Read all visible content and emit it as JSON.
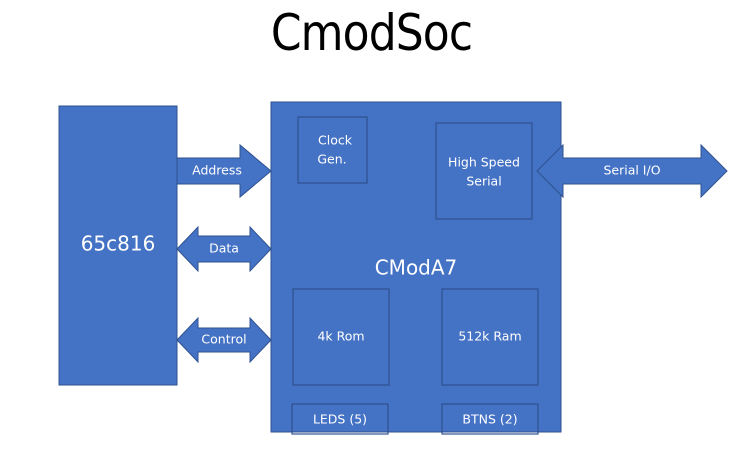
{
  "title": "CmodSoc",
  "colors": {
    "block_fill": "#4472C4",
    "block_stroke": "#2F528F",
    "text": "#FFFFFF"
  },
  "blocks": {
    "cpu": {
      "label": "65c816"
    },
    "fpga": {
      "label": "CModA7"
    },
    "clock": {
      "line1": "Clock",
      "line2": "Gen."
    },
    "serial": {
      "line1": "High Speed",
      "line2": "Serial"
    },
    "rom": {
      "label": "4k Rom"
    },
    "ram": {
      "label": "512k Ram"
    },
    "leds": {
      "label": "LEDS (5)"
    },
    "btns": {
      "label": "BTNS (2)"
    }
  },
  "connections": {
    "address": {
      "label": "Address",
      "direction": "cpu-to-fpga"
    },
    "data": {
      "label": "Data",
      "direction": "bidirectional"
    },
    "control": {
      "label": "Control",
      "direction": "bidirectional"
    },
    "serial_io": {
      "label": "Serial I/O",
      "direction": "bidirectional"
    }
  }
}
